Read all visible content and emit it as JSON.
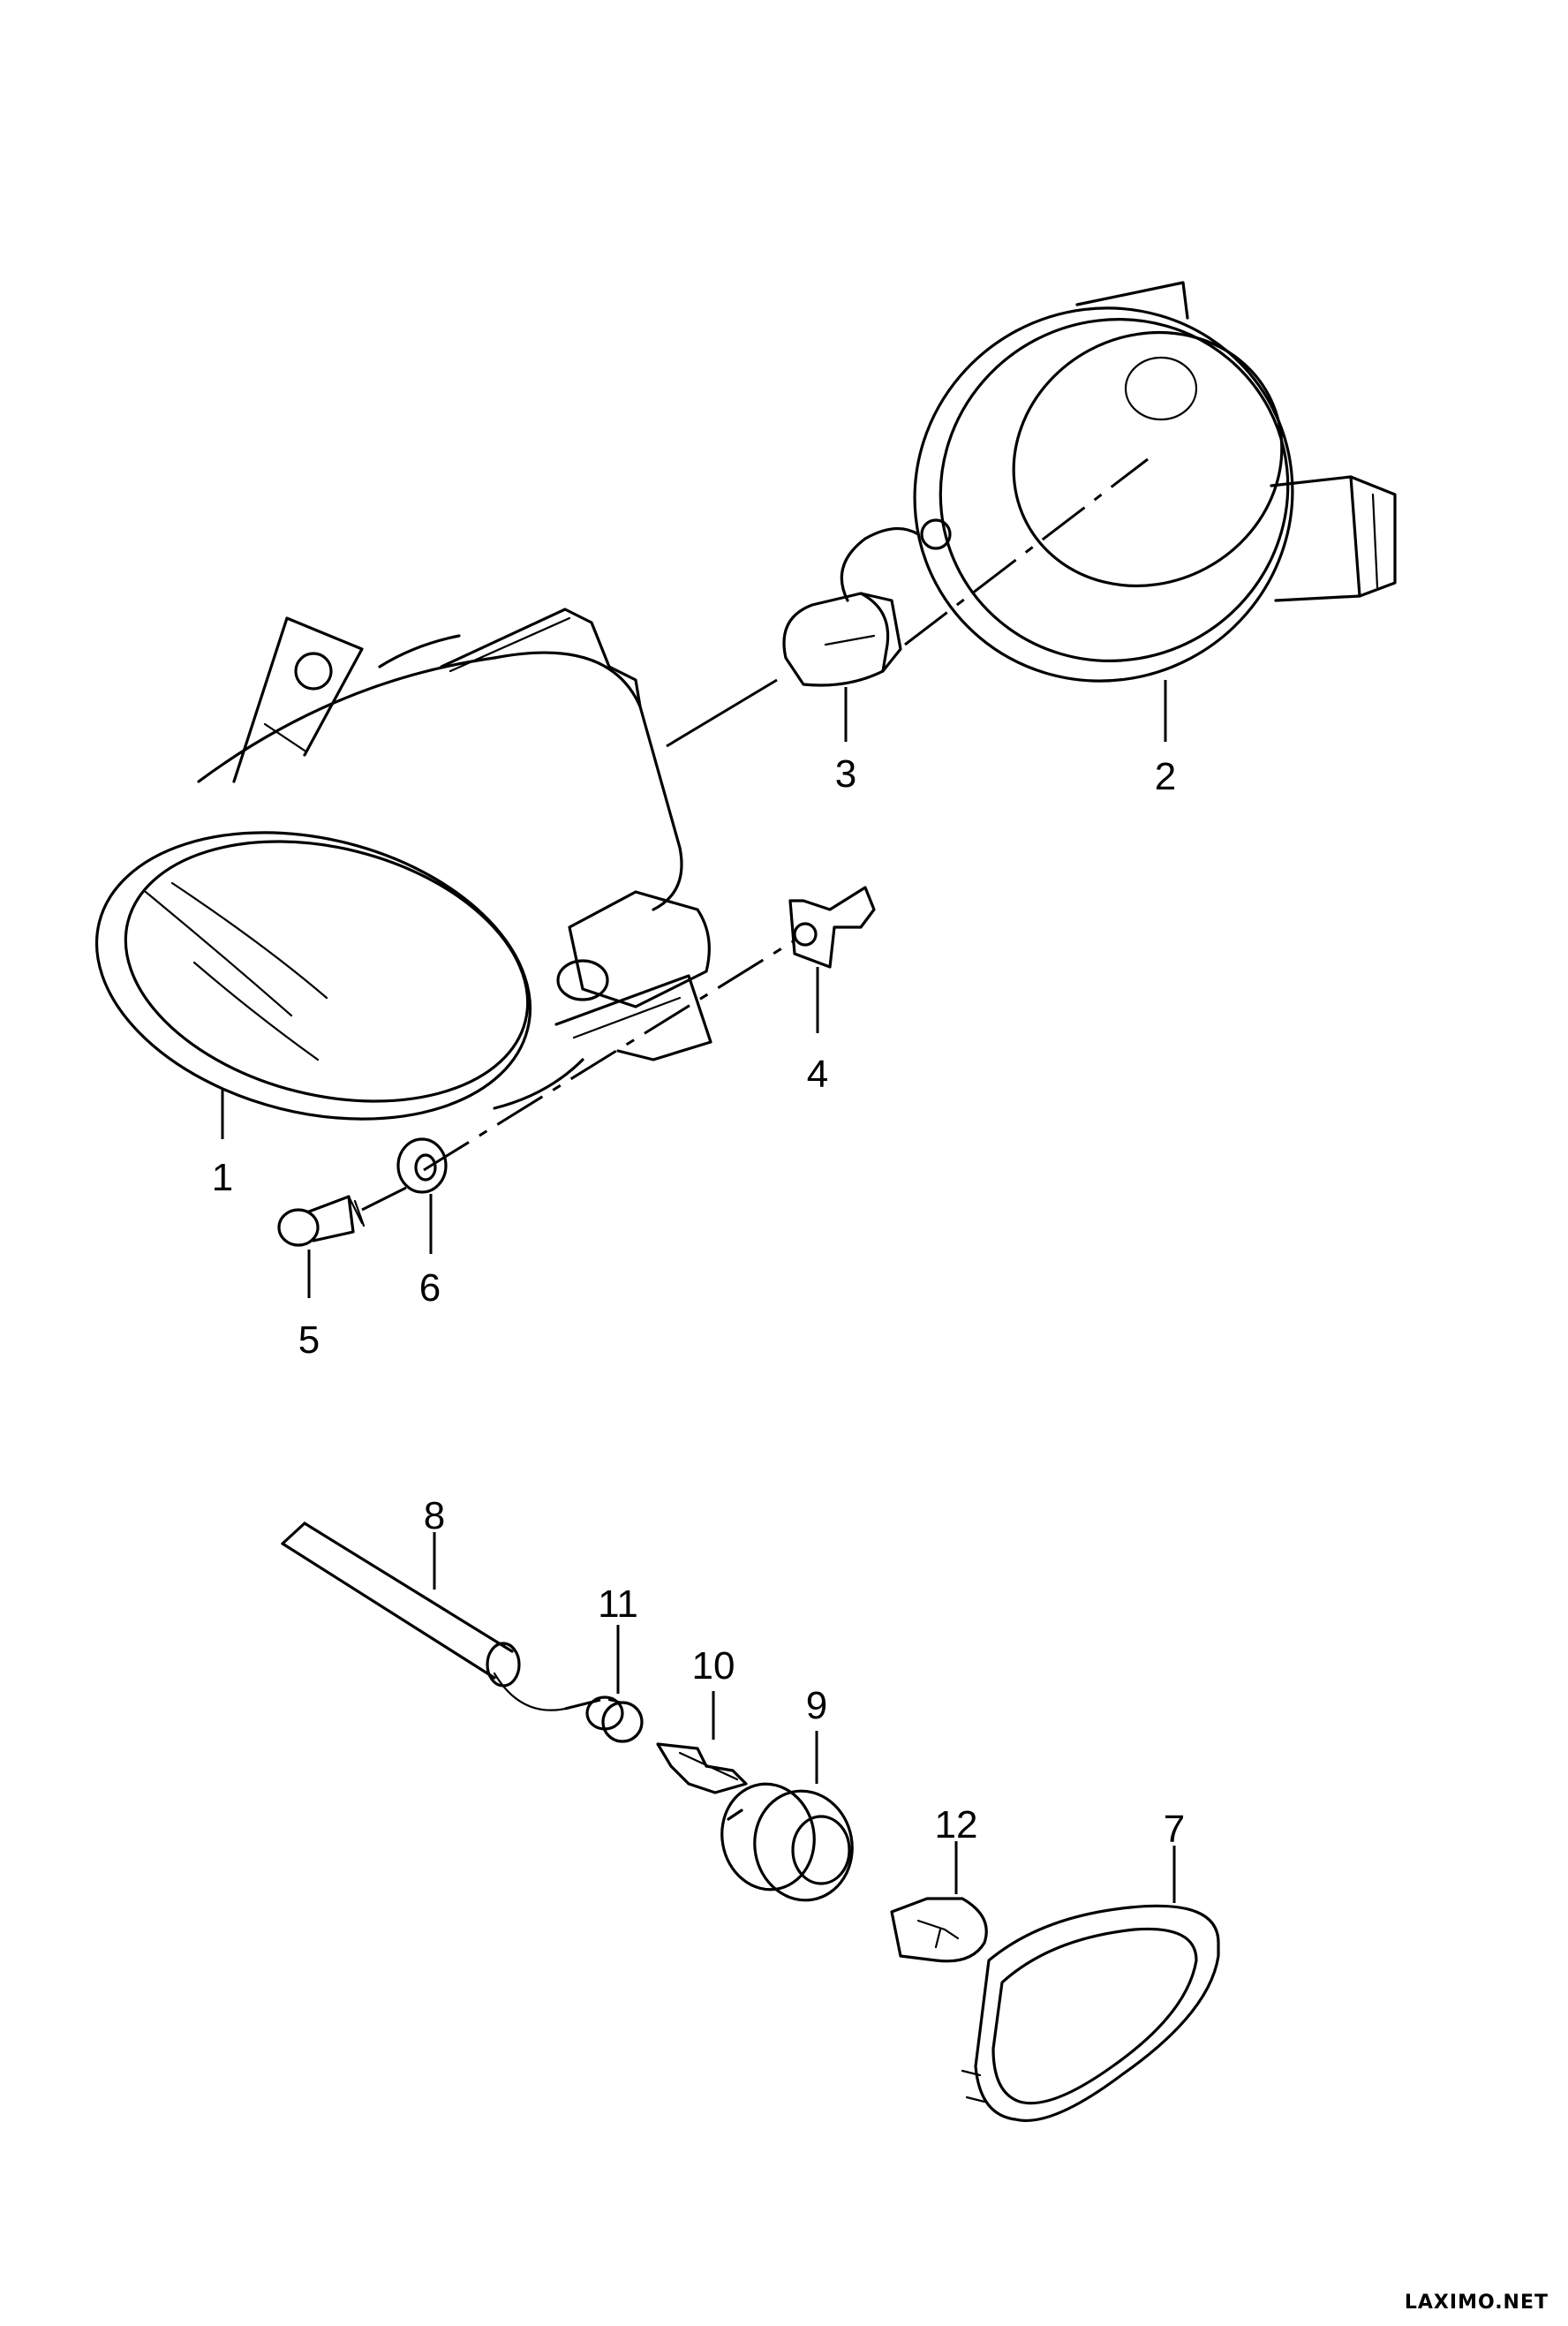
{
  "diagram": {
    "callouts": [
      {
        "id": "c1",
        "label": "1"
      },
      {
        "id": "c2",
        "label": "2"
      },
      {
        "id": "c3",
        "label": "3"
      },
      {
        "id": "c4",
        "label": "4"
      },
      {
        "id": "c5",
        "label": "5"
      },
      {
        "id": "c6",
        "label": "6"
      },
      {
        "id": "c7",
        "label": "7"
      },
      {
        "id": "c8",
        "label": "8"
      },
      {
        "id": "c9",
        "label": "9"
      },
      {
        "id": "c10",
        "label": "10"
      },
      {
        "id": "c11",
        "label": "11"
      },
      {
        "id": "c12",
        "label": "12"
      }
    ],
    "watermark": "LAXIMO.NET"
  }
}
